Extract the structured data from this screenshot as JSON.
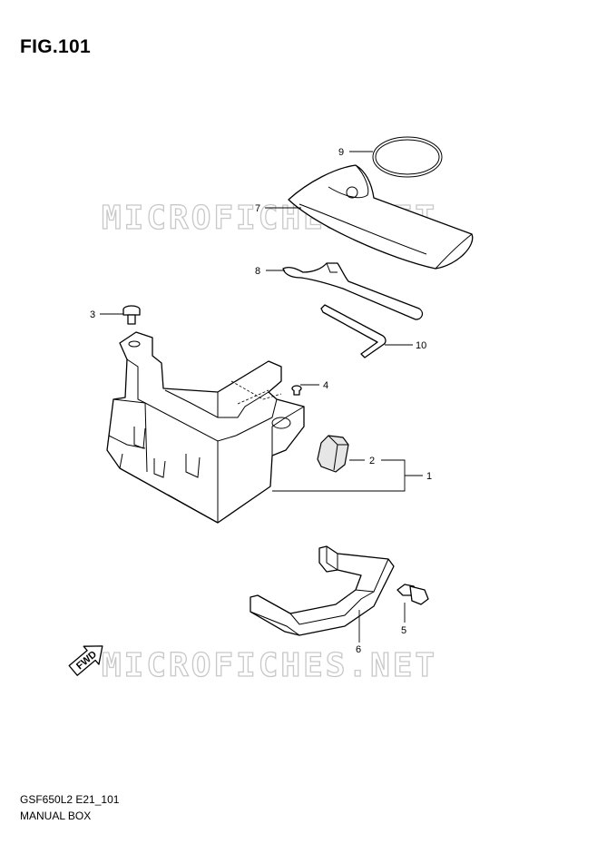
{
  "figure": {
    "title": "FIG.101",
    "model_code": "GSF650L2 E21_101",
    "section_name": "MANUAL BOX"
  },
  "watermark": {
    "text": "MICROFICHES.NET"
  },
  "fwd_arrow": {
    "label": "FWD"
  },
  "callouts": [
    {
      "number": "1"
    },
    {
      "number": "2"
    },
    {
      "number": "3"
    },
    {
      "number": "4"
    },
    {
      "number": "5"
    },
    {
      "number": "6"
    },
    {
      "number": "7"
    },
    {
      "number": "8"
    },
    {
      "number": "9"
    },
    {
      "number": "10"
    }
  ]
}
